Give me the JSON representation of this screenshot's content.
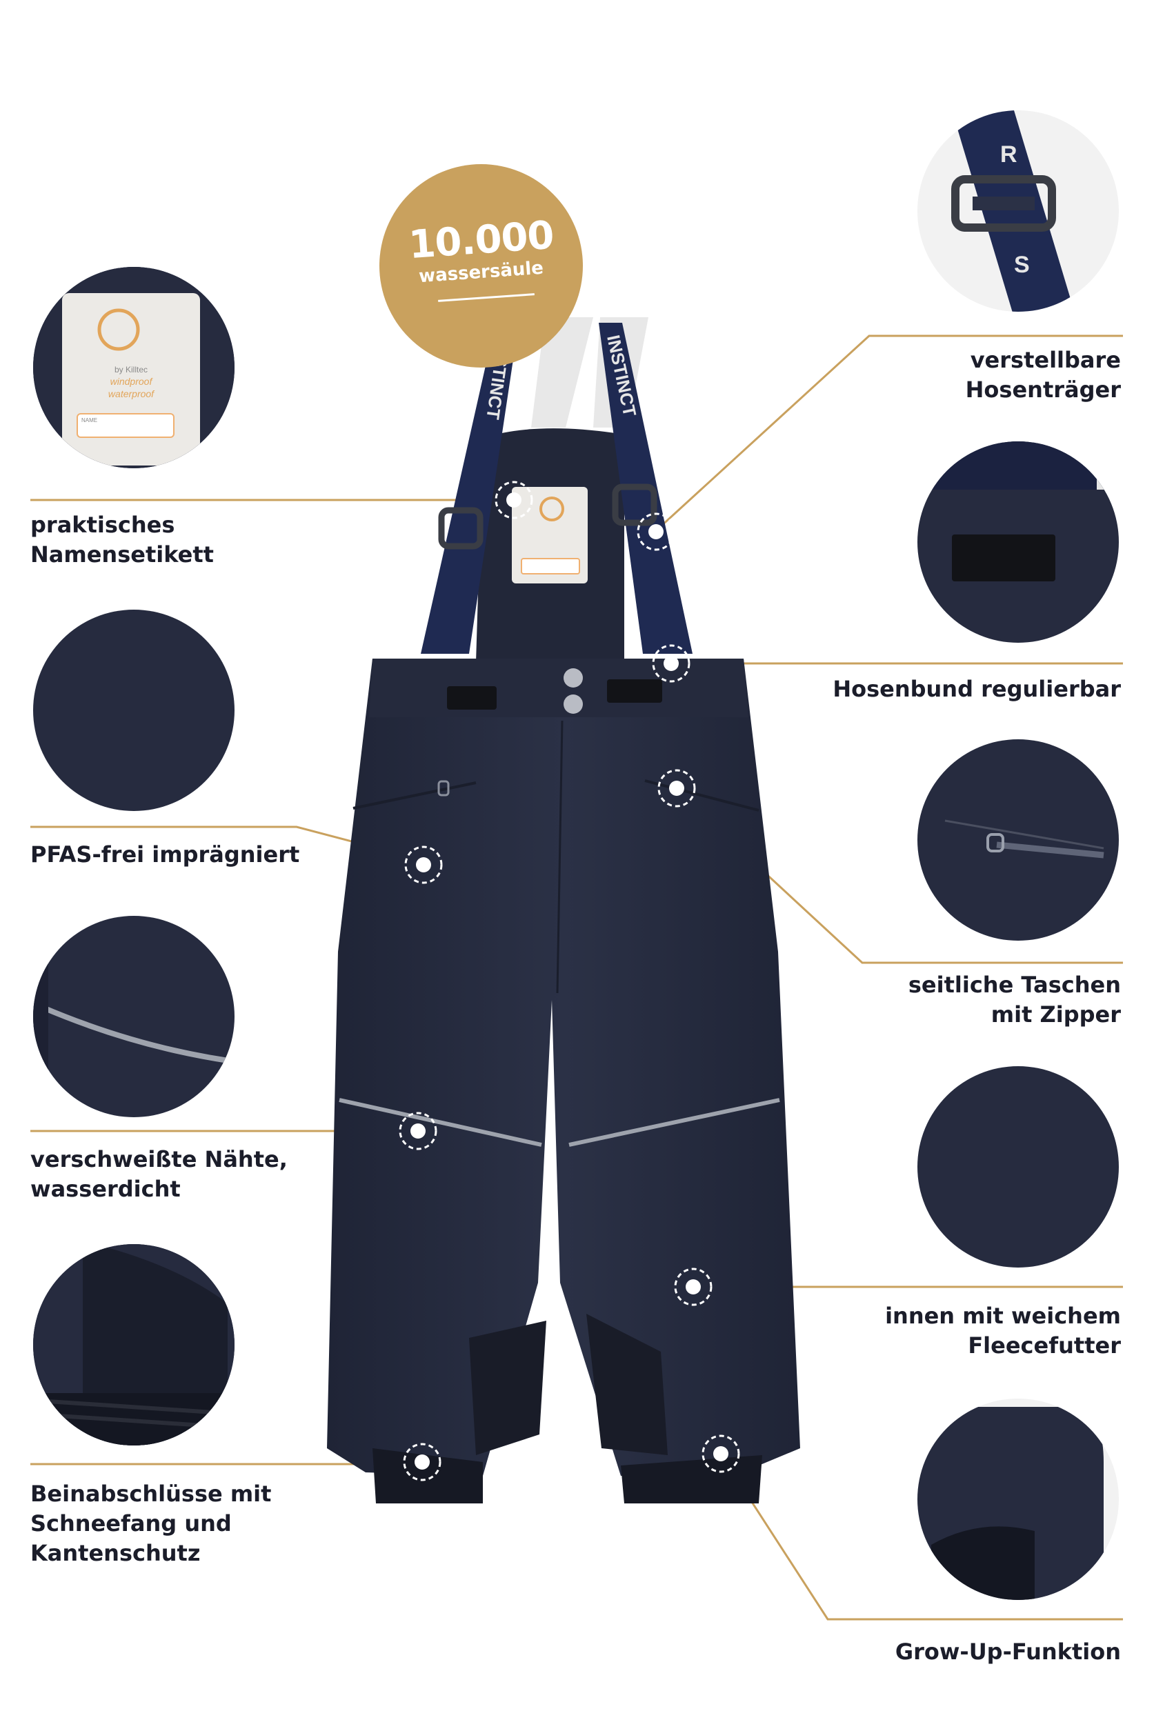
{
  "badge": {
    "value": "10.000",
    "unit": "wassersäule"
  },
  "name_label": {
    "brand": "by Killtec",
    "line1": "windproof",
    "line2": "waterproof",
    "field": "NAME"
  },
  "suspender_print": "INSTINCT",
  "features": {
    "left": [
      {
        "lines": [
          "praktisches",
          "Namensetikett"
        ],
        "detail": "name-label-closeup"
      },
      {
        "lines": [
          "PFAS-frei imprägniert"
        ],
        "detail": "fabric-closeup"
      },
      {
        "lines": [
          "verschweißte Nähte,",
          "wasserdicht"
        ],
        "detail": "reflective-seam-closeup"
      },
      {
        "lines": [
          "Beinabschlüsse mit",
          "Schneefang und",
          "Kantenschutz"
        ],
        "detail": "leg-cuff-closeup"
      }
    ],
    "right": [
      {
        "lines": [
          "verstellbare",
          "Hosenträger"
        ],
        "detail": "buckle-closeup"
      },
      {
        "lines": [
          "Hosenbund regulierbar"
        ],
        "detail": "velcro-closeup"
      },
      {
        "lines": [
          "seitliche Taschen",
          "mit Zipper"
        ],
        "detail": "zipper-pocket-closeup"
      },
      {
        "lines": [
          "innen mit weichem",
          "Fleecefutter"
        ],
        "detail": "fleece-closeup"
      },
      {
        "lines": [
          "Grow-Up-Funktion"
        ],
        "detail": "grow-up-closeup"
      }
    ]
  },
  "colors": {
    "accent_gold": "#c9a15e",
    "garment_navy": "#262b3f",
    "text_dark": "#1b1d2a",
    "reflective_gray": "#9ea3ad"
  }
}
